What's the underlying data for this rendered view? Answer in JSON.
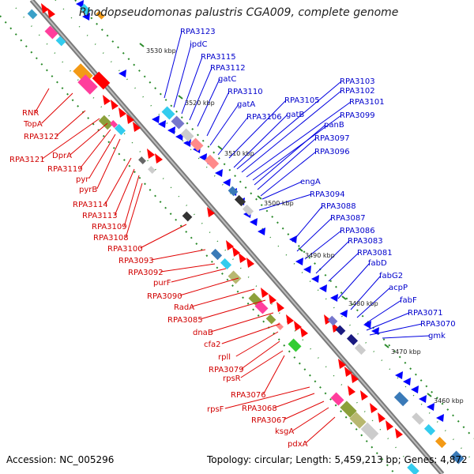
{
  "title": "Rhodopseudomonas palustris CGA009, complete genome",
  "footer": {
    "accession": "Accession: NC_005296",
    "summary": "Topology: circular; Length: 5,459,213 bp; Genes: 4,872"
  },
  "scale_marks": [
    "3530 kbp",
    "3520 kbp",
    "3510 kbp",
    "3500 kbp",
    "3490 kbp",
    "3480 kbp",
    "3470 kbp",
    "3460 kbp"
  ],
  "labels_red": [
    "RNR",
    "TopA",
    "RPA3122",
    "RPA3121",
    "DprA",
    "RPA3119",
    "pyr",
    "pyrB",
    "RPA3114",
    "RPA3113",
    "RPA3109",
    "RPA3108",
    "RPA3100",
    "RPA3093",
    "RPA3092",
    "purF",
    "RPA3090",
    "RadA",
    "RPA3085",
    "dnaB",
    "cfa2",
    "rpll",
    "RPA3079",
    "rpsR",
    "RPA3076",
    "rpsF",
    "RPA3068",
    "RPA3067",
    "ksgA",
    "pdxA"
  ],
  "labels_blue": [
    "RPA3123",
    "ipdC",
    "RPA3115",
    "RPA3112",
    "gatC",
    "RPA3110",
    "gatA",
    "RPA3106",
    "RPA3105",
    "gatB",
    "RPA3103",
    "RPA3102",
    "RPA3101",
    "RPA3099",
    "panB",
    "RPA3097",
    "RPA3096",
    "engA",
    "RPA3094",
    "RPA3088",
    "RPA3087",
    "RPA3086",
    "RPA3083",
    "RPA3081",
    "fabD",
    "fabG2",
    "acpP",
    "fabF",
    "RPA3071",
    "RPA3070",
    "gmk"
  ],
  "colors": {
    "red_feature": "#ff0000",
    "blue_feature": "#0000ff",
    "backbone": "#777777",
    "tick_green": "#2a8a2a"
  }
}
